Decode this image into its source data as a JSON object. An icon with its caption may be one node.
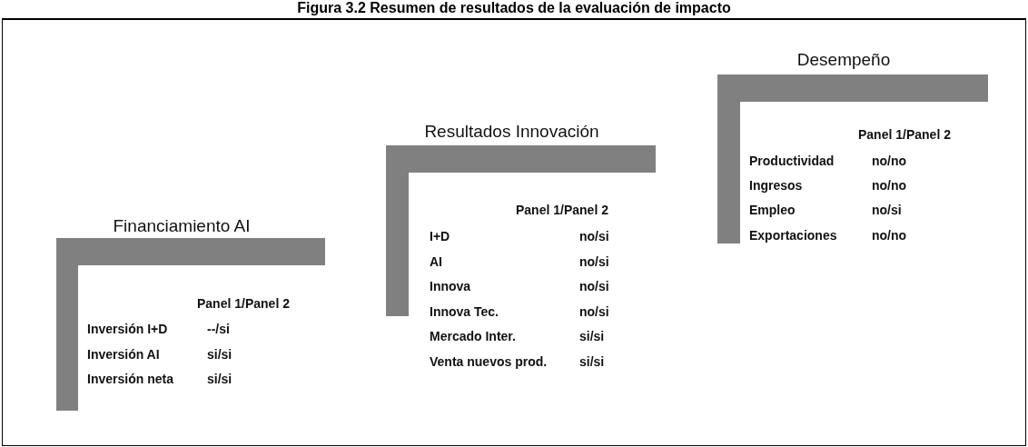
{
  "diagram": {
    "title": "Figura 3.2 Resumen de resultados de la evaluación de impacto",
    "nodes": [
      {
        "text": [
          "Financiamiento AI",
          "Panel 1/Panel 2",
          "Inversión I+D",
          "--/si",
          "Inversión AI",
          "si/si",
          "Inversión neta",
          "si/si"
        ]
      },
      {
        "text": [
          "Resultados Innovación",
          "Panel 1/Panel 2",
          "I+D",
          "no/si",
          "AI",
          "no/si",
          "Innova",
          "no/si",
          "Innova Tec.",
          "no/si",
          "Mercado Inter.",
          "si/si",
          "Venta nuevos prod.",
          "si/si"
        ]
      },
      {
        "text": [
          "Desempeño",
          "Panel 1/Panel 2",
          "Productividad",
          "no/no",
          "Ingresos",
          "no/no",
          "Empleo",
          "no/si",
          "Exportaciones",
          "no/no"
        ]
      }
    ]
  }
}
